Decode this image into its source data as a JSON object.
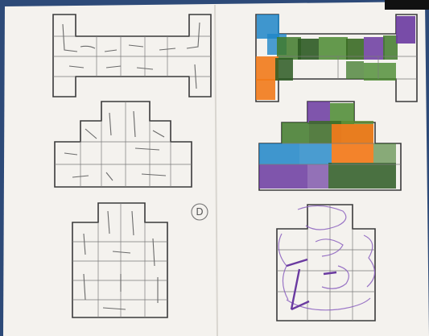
{
  "photo": {
    "page_marker": "D",
    "colors": {
      "background": "#2d4a78",
      "paper": "#f4f2ee",
      "pencil": "#3a3a3a",
      "blue": "#1f86c8",
      "orange": "#f27a1a",
      "green": "#3f7a2a",
      "purple": "#6a3aa0"
    },
    "shapes": [
      "i-beam-outline-left",
      "stepped-shape-outline-left",
      "tower-shape-outline-left",
      "i-beam-colored-right",
      "stepped-shape-colored-right",
      "tower-shape-outline-right"
    ]
  }
}
